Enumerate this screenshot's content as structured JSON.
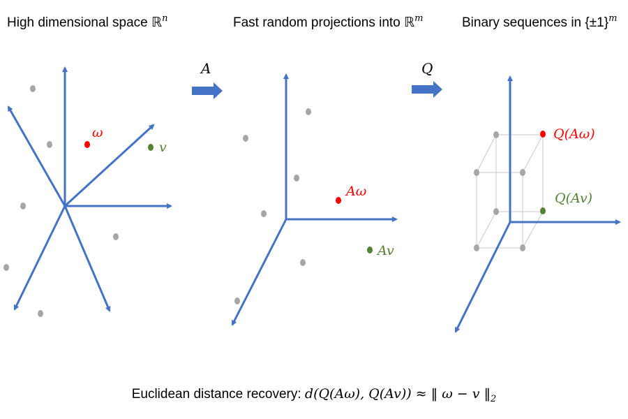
{
  "titles": {
    "panel1": "High dimensional space ℝ",
    "panel1_sup": "n",
    "panel2": "Fast random projections into ℝ",
    "panel2_sup": "m",
    "panel3": "Binary sequences in {±1}",
    "panel3_sup": "m"
  },
  "arrows": {
    "first": "A",
    "second": "Q"
  },
  "labels": {
    "omega": "ω",
    "v": "v",
    "A_omega": "Aω",
    "A_v": "Av",
    "Q_A_omega": "Q(Aω)",
    "Q_A_v": "Q(Av)"
  },
  "caption": {
    "text": "Euclidean distance recovery: ",
    "formula": "d(Q(Aω), Q(Av)) ≈ ‖ ω − v ‖",
    "subscript": "2"
  },
  "colors": {
    "axis": "#4472C4",
    "red": "#FF0000",
    "green": "#548235",
    "gray": "#A6A6A6"
  }
}
